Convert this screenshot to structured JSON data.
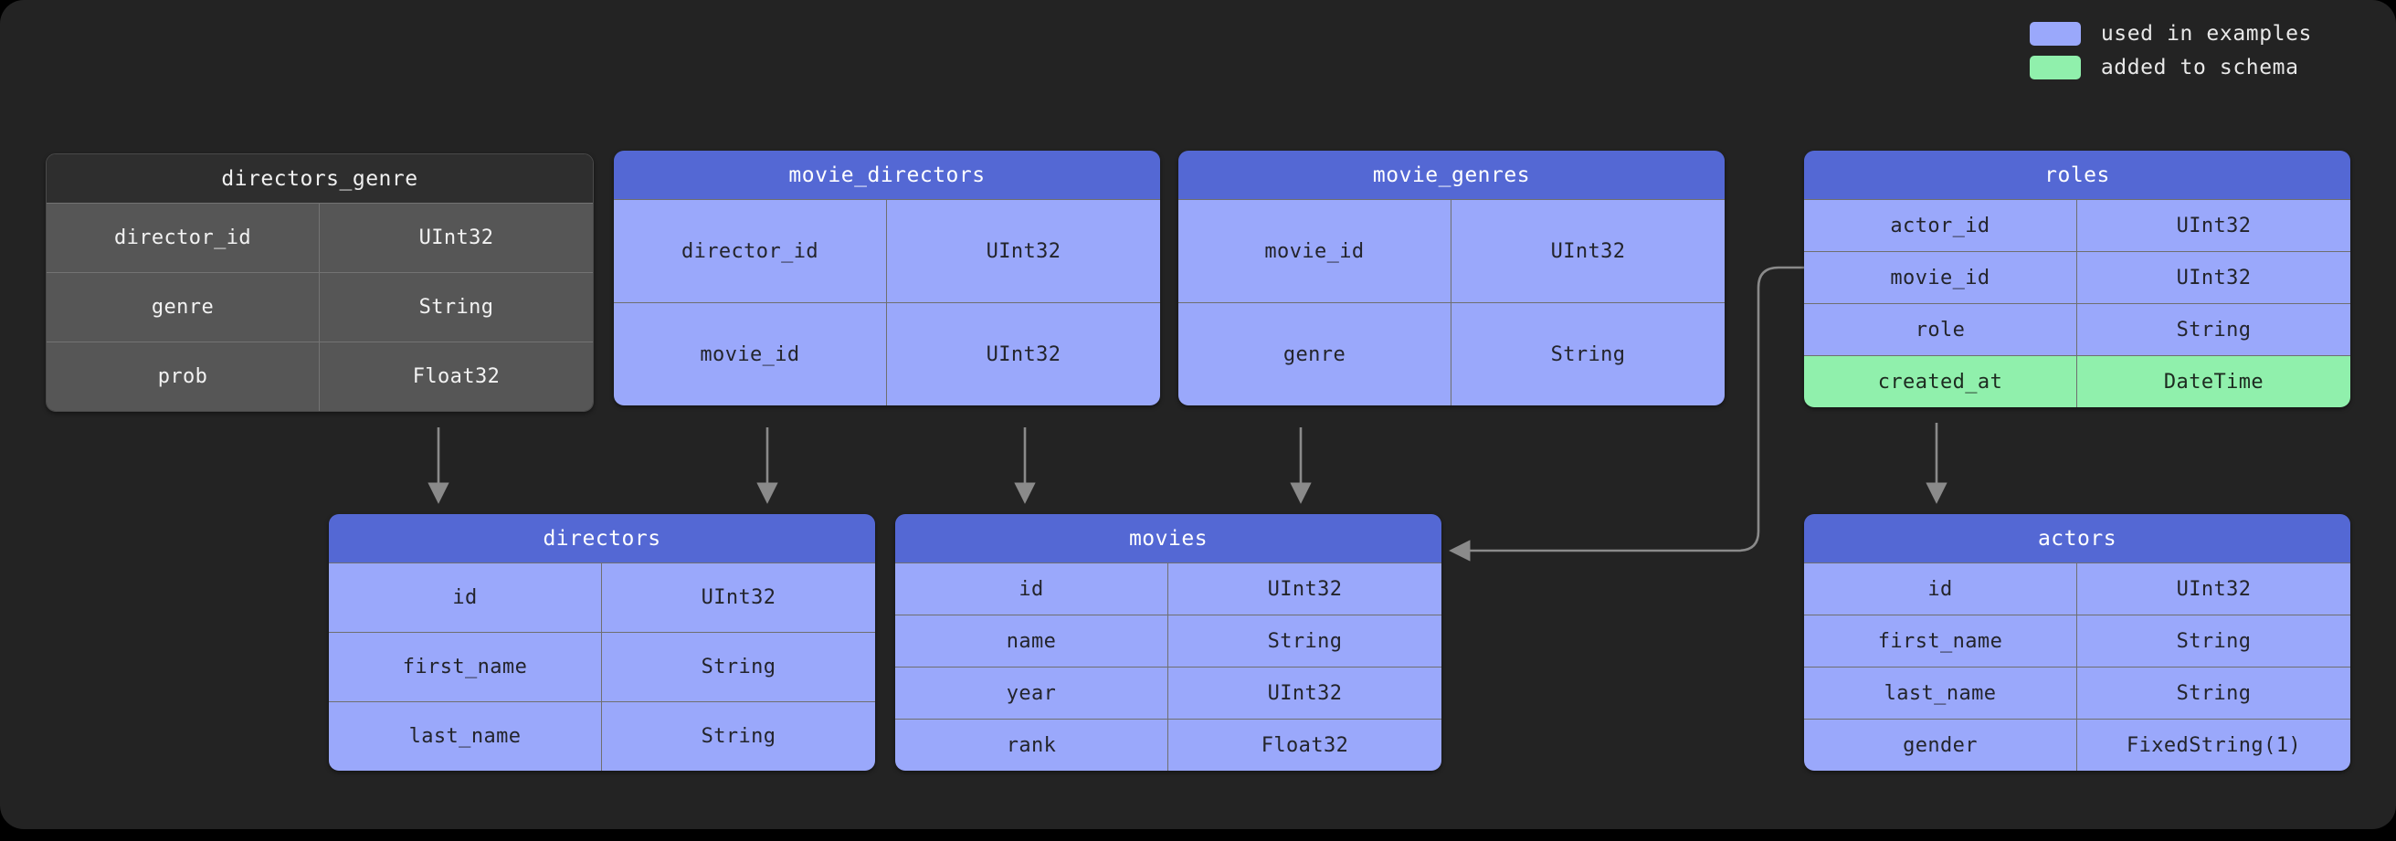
{
  "legend": {
    "items": [
      {
        "label": "used in examples",
        "color": "#9aa8fb",
        "swatch_name": "legend-swatch-used-in-examples"
      },
      {
        "label": "added to schema",
        "color": "#90f0ac",
        "swatch_name": "legend-swatch-added-to-schema"
      }
    ]
  },
  "colors": {
    "background": "#000000",
    "panel": "#232323",
    "header_blue": "#5468d4",
    "row_blue": "#9aa8fb",
    "row_green": "#90f0ac",
    "header_grey": "#2e2e2e",
    "row_grey": "#565656",
    "edge": "#8a8a8a"
  },
  "tables": {
    "directors_genre": {
      "title": "directors_genre",
      "style": "grey",
      "columns": [
        {
          "name": "director_id",
          "type": "UInt32",
          "state": "normal"
        },
        {
          "name": "genre",
          "type": "String",
          "state": "normal"
        },
        {
          "name": "prob",
          "type": "Float32",
          "state": "normal"
        }
      ]
    },
    "movie_directors": {
      "title": "movie_directors",
      "style": "blue",
      "columns": [
        {
          "name": "director_id",
          "type": "UInt32",
          "state": "normal"
        },
        {
          "name": "movie_id",
          "type": "UInt32",
          "state": "normal"
        }
      ]
    },
    "movie_genres": {
      "title": "movie_genres",
      "style": "blue",
      "columns": [
        {
          "name": "movie_id",
          "type": "UInt32",
          "state": "normal"
        },
        {
          "name": "genre",
          "type": "String",
          "state": "normal"
        }
      ]
    },
    "roles": {
      "title": "roles",
      "style": "blue",
      "columns": [
        {
          "name": "actor_id",
          "type": "UInt32",
          "state": "normal"
        },
        {
          "name": "movie_id",
          "type": "UInt32",
          "state": "normal"
        },
        {
          "name": "role",
          "type": "String",
          "state": "normal"
        },
        {
          "name": "created_at",
          "type": "DateTime",
          "state": "added"
        }
      ]
    },
    "directors": {
      "title": "directors",
      "style": "blue",
      "columns": [
        {
          "name": "id",
          "type": "UInt32",
          "state": "normal"
        },
        {
          "name": "first_name",
          "type": "String",
          "state": "normal"
        },
        {
          "name": "last_name",
          "type": "String",
          "state": "normal"
        }
      ]
    },
    "movies": {
      "title": "movies",
      "style": "blue",
      "columns": [
        {
          "name": "id",
          "type": "UInt32",
          "state": "normal"
        },
        {
          "name": "name",
          "type": "String",
          "state": "normal"
        },
        {
          "name": "year",
          "type": "UInt32",
          "state": "normal"
        },
        {
          "name": "rank",
          "type": "Float32",
          "state": "normal"
        }
      ]
    },
    "actors": {
      "title": "actors",
      "style": "blue",
      "columns": [
        {
          "name": "id",
          "type": "UInt32",
          "state": "normal"
        },
        {
          "name": "first_name",
          "type": "String",
          "state": "normal"
        },
        {
          "name": "last_name",
          "type": "String",
          "state": "normal"
        },
        {
          "name": "gender",
          "type": "FixedString(1)",
          "state": "normal"
        }
      ]
    }
  },
  "relationships": [
    {
      "from": "directors_genre",
      "to": "directors"
    },
    {
      "from": "movie_directors",
      "to": "directors"
    },
    {
      "from": "movie_directors",
      "to": "movies"
    },
    {
      "from": "movie_genres",
      "to": "movies"
    },
    {
      "from": "roles",
      "to": "movies"
    },
    {
      "from": "roles",
      "to": "actors"
    }
  ]
}
